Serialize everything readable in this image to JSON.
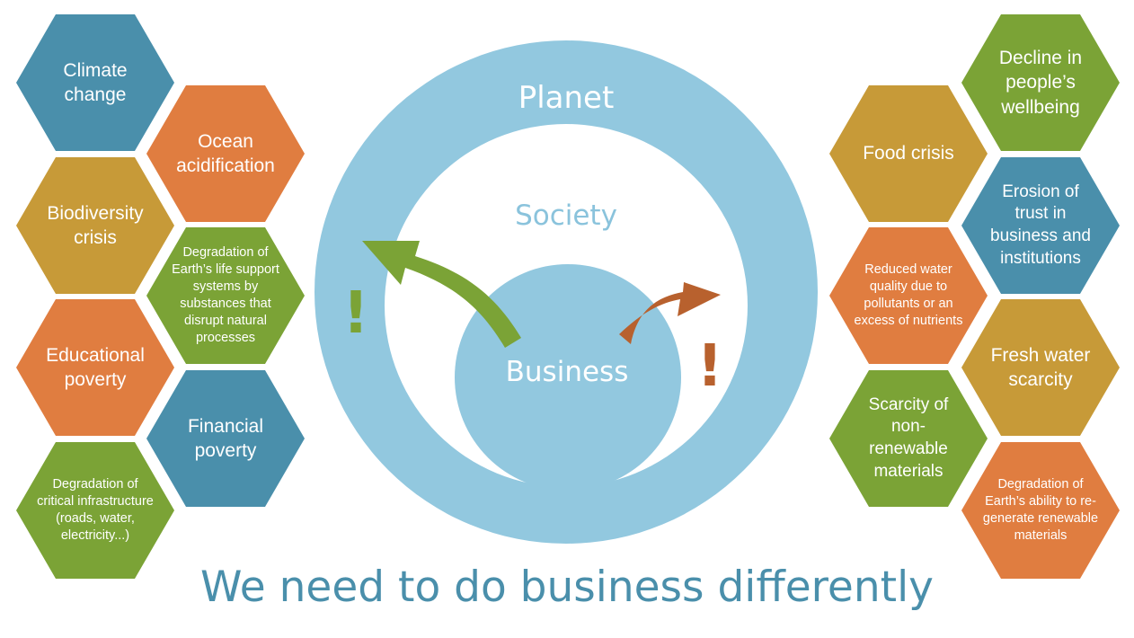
{
  "colors": {
    "teal": "#4a8fab",
    "orange": "#e07d40",
    "gold": "#c79a38",
    "green": "#7ba336",
    "planet_ring": "#92c8df",
    "business_circle": "#92c8df",
    "society_text": "#8ac3dc",
    "arrow_up_left": "#7ba336",
    "arrow_up_right": "#b8612e"
  },
  "circles": {
    "planet": "Planet",
    "society": "Society",
    "business": "Business"
  },
  "marks": {
    "left_exclamation": "!",
    "right_exclamation": "!"
  },
  "left_hexagons": [
    {
      "text": "Climate change",
      "color": "teal"
    },
    {
      "text": "Ocean acidification",
      "color": "orange"
    },
    {
      "text": "Biodiversity crisis",
      "color": "gold"
    },
    {
      "text": "Degradation of Earth’s life support systems by substances that disrupt natural processes",
      "color": "green"
    },
    {
      "text": "Educational poverty",
      "color": "orange"
    },
    {
      "text": "Financial poverty",
      "color": "teal"
    },
    {
      "text": "Degradation of critical infrastructure (roads, water, electricity...)",
      "color": "green"
    }
  ],
  "right_hexagons": [
    {
      "text": "Decline in people’s wellbeing",
      "color": "green"
    },
    {
      "text": "Food crisis",
      "color": "gold"
    },
    {
      "text": "Erosion of trust in business and institutions",
      "color": "teal"
    },
    {
      "text": "Reduced water quality due to pollutants or an excess of nutrients",
      "color": "orange"
    },
    {
      "text": "Fresh water scarcity",
      "color": "gold"
    },
    {
      "text": "Scarcity of non-renewable materials",
      "color": "green"
    },
    {
      "text": "Degradation of Earth’s ability to re-generate renewable materials",
      "color": "orange"
    }
  ],
  "footer": "We need to do business differently"
}
